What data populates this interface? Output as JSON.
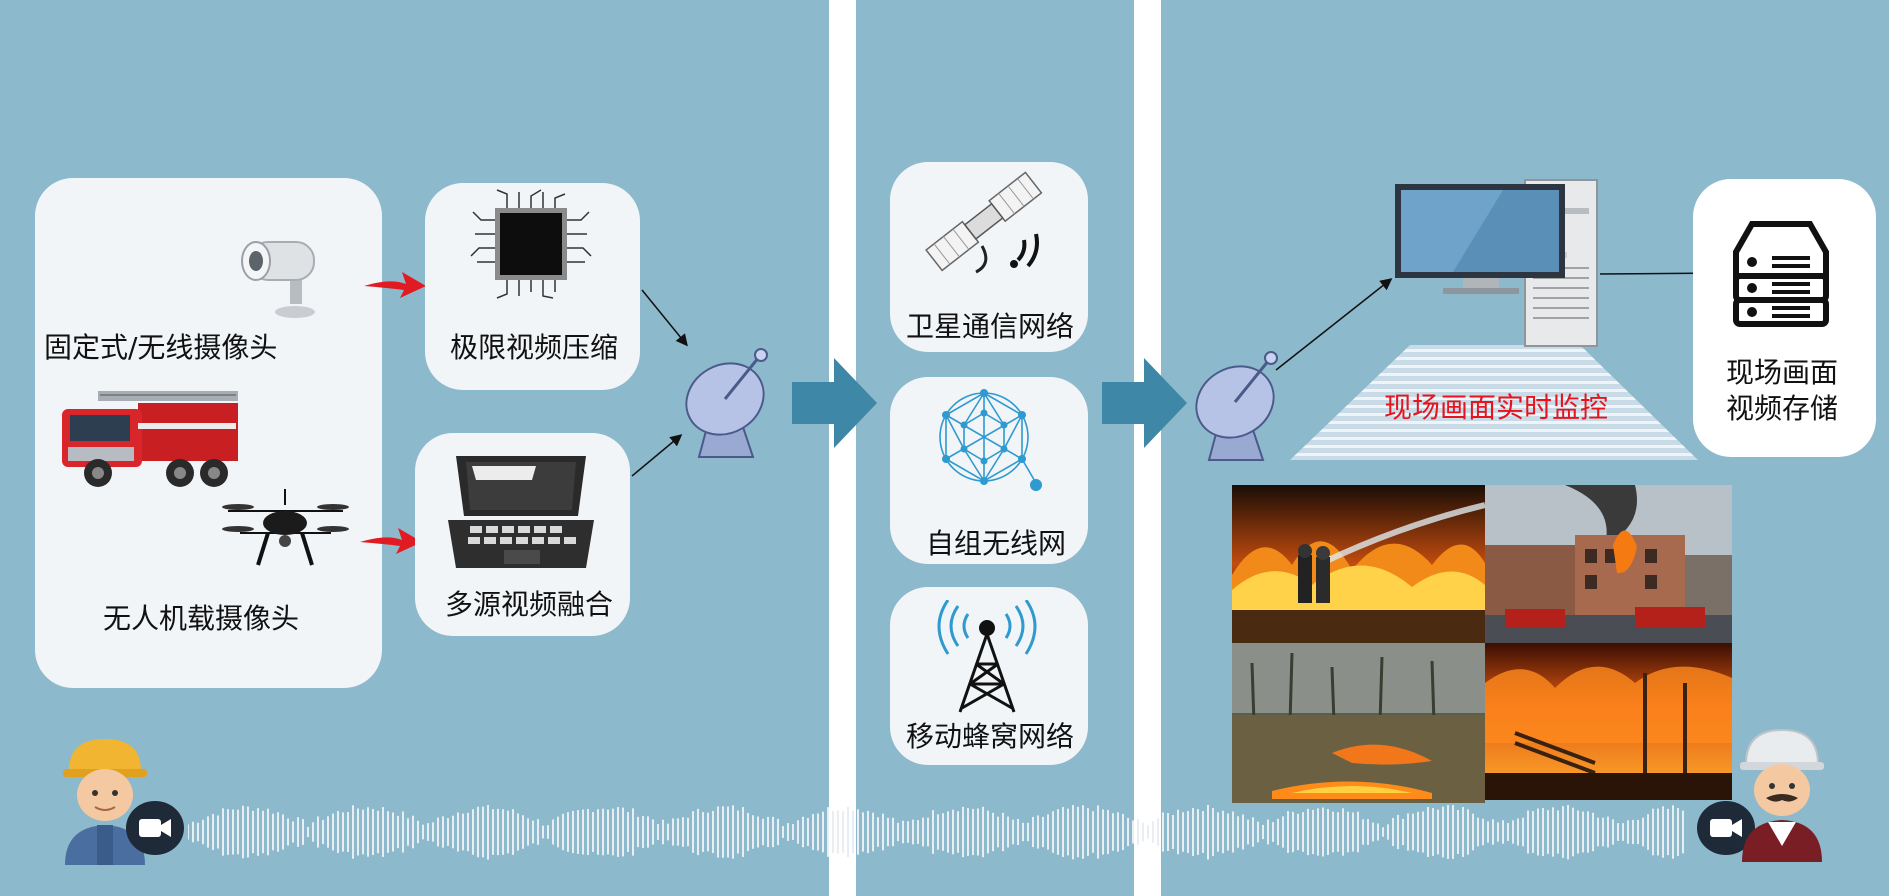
{
  "colors": {
    "panel": "#8db9cc",
    "card": "#f1f5f8",
    "accent_arrow": "#e11b22",
    "big_arrow": "#3f87a6",
    "highlight_text": "#e8131d"
  },
  "capture": {
    "fixed_camera_label": "固定式/无线摄像头",
    "drone_camera_label": "无人机载摄像头",
    "icons": [
      "cctv-camera-icon",
      "fire-truck-icon",
      "drone-icon"
    ]
  },
  "processing": {
    "compression_label": "极限视频压缩",
    "fusion_label": "多源视频融合",
    "icons": [
      "chip-icon",
      "laptop-icon"
    ]
  },
  "network": {
    "satellite_label": "卫星通信网络",
    "adhoc_label": "自组无线网",
    "cellular_label": "移动蜂窝网络",
    "icons": [
      "satellite-icon",
      "mesh-network-icon",
      "cell-tower-icon"
    ]
  },
  "monitor": {
    "realtime_label": "现场画面实时监控",
    "storage_label": "现场画面\n视频存储",
    "icons": [
      "computer-icon",
      "server-storage-icon",
      "satellite-dish-icon"
    ],
    "photos": [
      "firefighters-hose-photo",
      "building-fire-photo",
      "grass-fire-photo",
      "industrial-fire-photo"
    ]
  },
  "footer": {
    "icons": [
      "worker-avatar-icon",
      "video-camera-icon",
      "voice-waveform",
      "engineer-avatar-icon"
    ]
  }
}
